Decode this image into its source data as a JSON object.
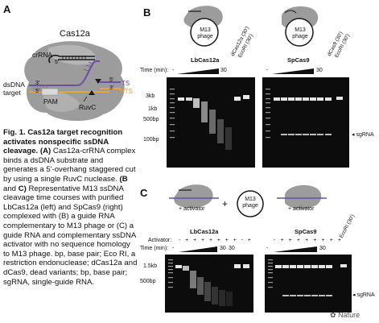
{
  "panel_a": {
    "letter": "A",
    "title": "Cas12a",
    "labels": {
      "crrna": "crRNA",
      "five_prime_top": "5'",
      "dsdna": "dsDNA",
      "target": "target",
      "three_prime_left": "3'",
      "five_prime_left": "5'",
      "pam": "PAM",
      "ruvc": "RuvC",
      "five_prime_right": "5'",
      "three_prime_right": "3'",
      "ts": "TS",
      "nts": "NTS"
    }
  },
  "caption": {
    "title": "Fig. 1. Cas12a target recognition activates nonspecific ssDNA cleavage.",
    "segments": [
      {
        "bold": true,
        "text": "(A)"
      },
      {
        "bold": false,
        "text": " Cas12a-crRNA complex binds a dsDNA substrate and generates a 5'-overhang staggered cut by using a single RuvC nuclease. "
      },
      {
        "bold": true,
        "text": "(B"
      },
      {
        "bold": false,
        "text": " and "
      },
      {
        "bold": true,
        "text": "C)"
      },
      {
        "bold": false,
        "text": " Representative M13 ssDNA cleavage time courses with purified LbCas12a (left) and SpCas9 (right) complexed with (B) a guide RNA complementary to M13 phage or (C) a guide RNA and complementary ssDNA activator with no sequence homology to M13 phage. bp, base pair; Eco RI, a restriction endonuclease; dCas12a and dCas9, dead variants; bp, base pair; sgRNA, single-guide RNA."
      }
    ]
  },
  "panel_b": {
    "letter": "B",
    "m13_label": "M13 phage",
    "time_label": "Time (min):",
    "lb_title": "LbCas12a",
    "sp_title": "SpCas9",
    "dash": "-",
    "time_end": "30",
    "lanes_lb": [
      "dCas12a (30')",
      "EcoRI (30')"
    ],
    "lanes_sp": [
      "dCas9 (30')",
      "EcoRI (30')"
    ],
    "markers": [
      "3kb",
      "1kb",
      "500bp",
      "100bp"
    ],
    "sgrna": "sgRNA"
  },
  "panel_c": {
    "letter": "C",
    "activator_label": "+ activator",
    "plus": "+",
    "m13_label": "M13 phage",
    "lb_title": "LbCas12a",
    "sp_title": "SpCas9",
    "activator_row_label": "Activator:",
    "time_label": "Time (min):",
    "activator_signs_lb": [
      "-",
      "+",
      "+",
      "+",
      "+",
      "+",
      "+",
      "+",
      "-",
      "+"
    ],
    "activator_signs_sp": [
      "-",
      "+",
      "+",
      "+",
      "+",
      "+",
      "+",
      "+",
      "+"
    ],
    "time_ends": [
      "30",
      "30"
    ],
    "ecori_lane": "EcoRI (30')",
    "markers": [
      "1.5kb",
      "500bp"
    ],
    "sgrna": "sgRNA"
  },
  "watermark": "Nature"
}
